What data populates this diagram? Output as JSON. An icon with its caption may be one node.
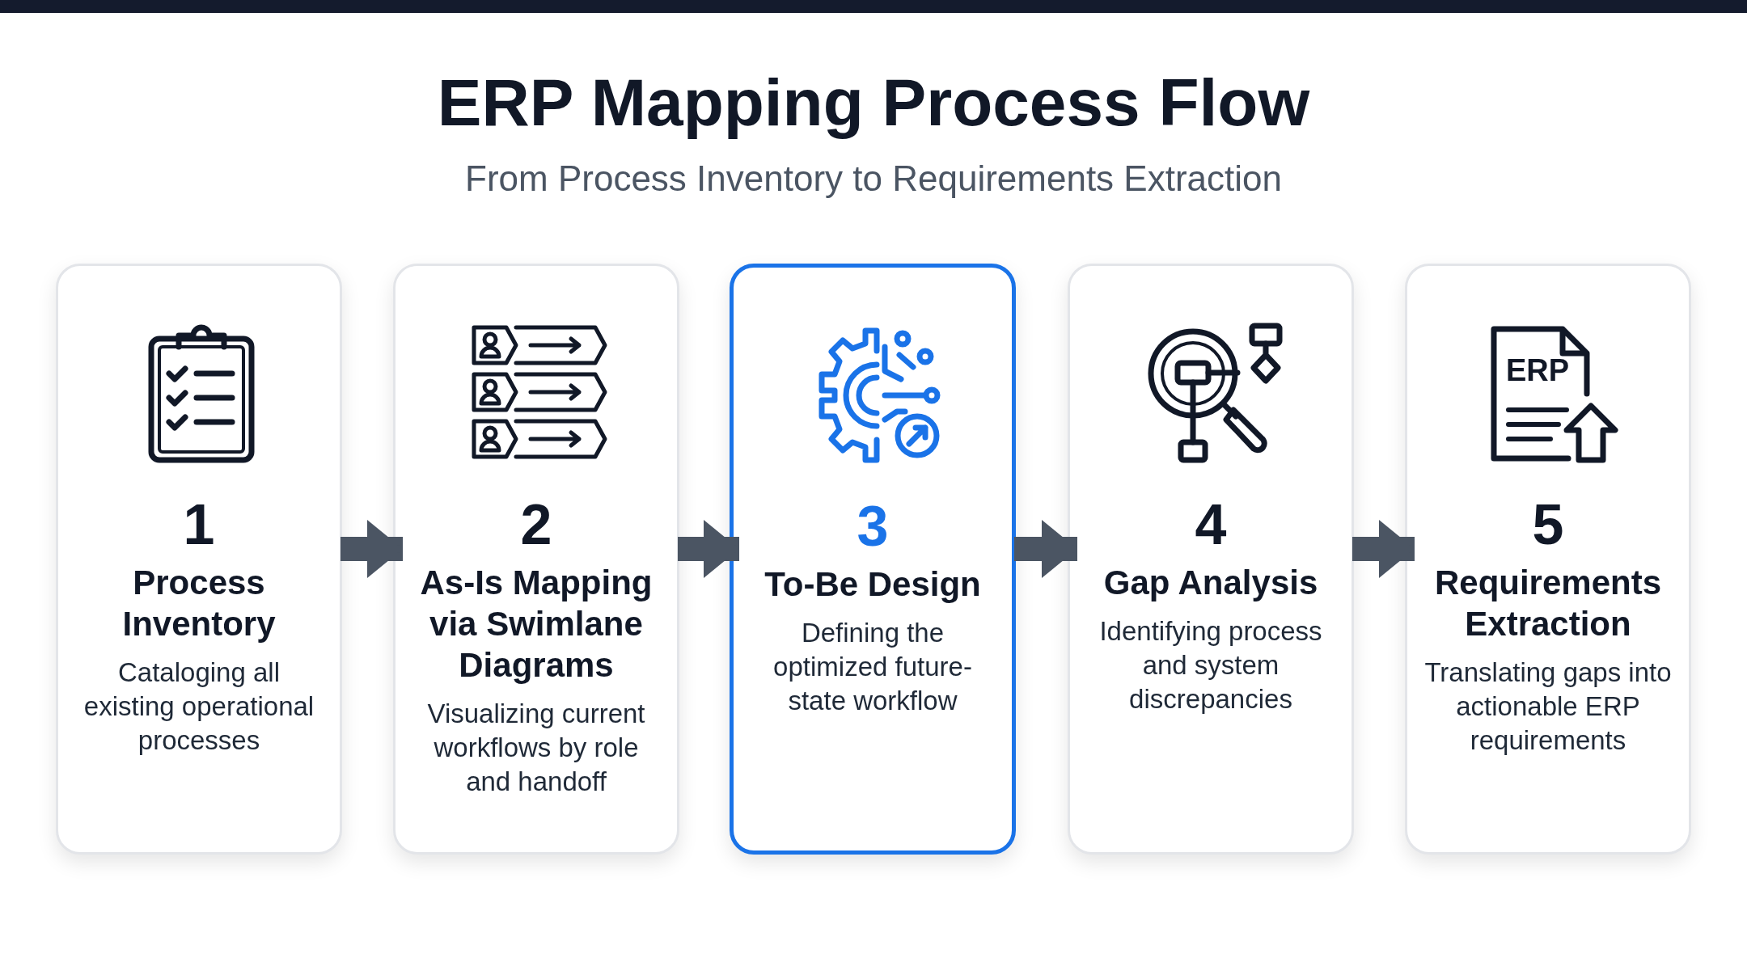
{
  "diagram": {
    "title": "ERP Mapping Process Flow",
    "caption": "From Process Inventory to Requirements Extraction",
    "nodes": [
      {
        "text": [
          "1",
          "Process Inventory",
          "Cataloging all existing operational processes"
        ]
      },
      {
        "text": [
          "2",
          "As-Is Mapping via Swimlane Diagrams",
          "Visualizing current workflows by role and handoff"
        ]
      },
      {
        "text": [
          "3",
          "To-Be Design",
          "Defining the optimized future-state workflow"
        ]
      },
      {
        "text": [
          "4",
          "Gap Analysis",
          "Identifying process and system discrepancies"
        ]
      },
      {
        "text": [
          "5",
          "Requirements Extraction",
          "Translating gaps into actionable ERP requirements"
        ]
      }
    ],
    "edges": [
      {
        "from": 0,
        "to": 1,
        "arrow": "to"
      },
      {
        "from": 1,
        "to": 2,
        "arrow": "to"
      },
      {
        "from": 2,
        "to": 3,
        "arrow": "to"
      },
      {
        "from": 3,
        "to": 4,
        "arrow": "to"
      }
    ],
    "labels": [
      "ERP"
    ]
  }
}
